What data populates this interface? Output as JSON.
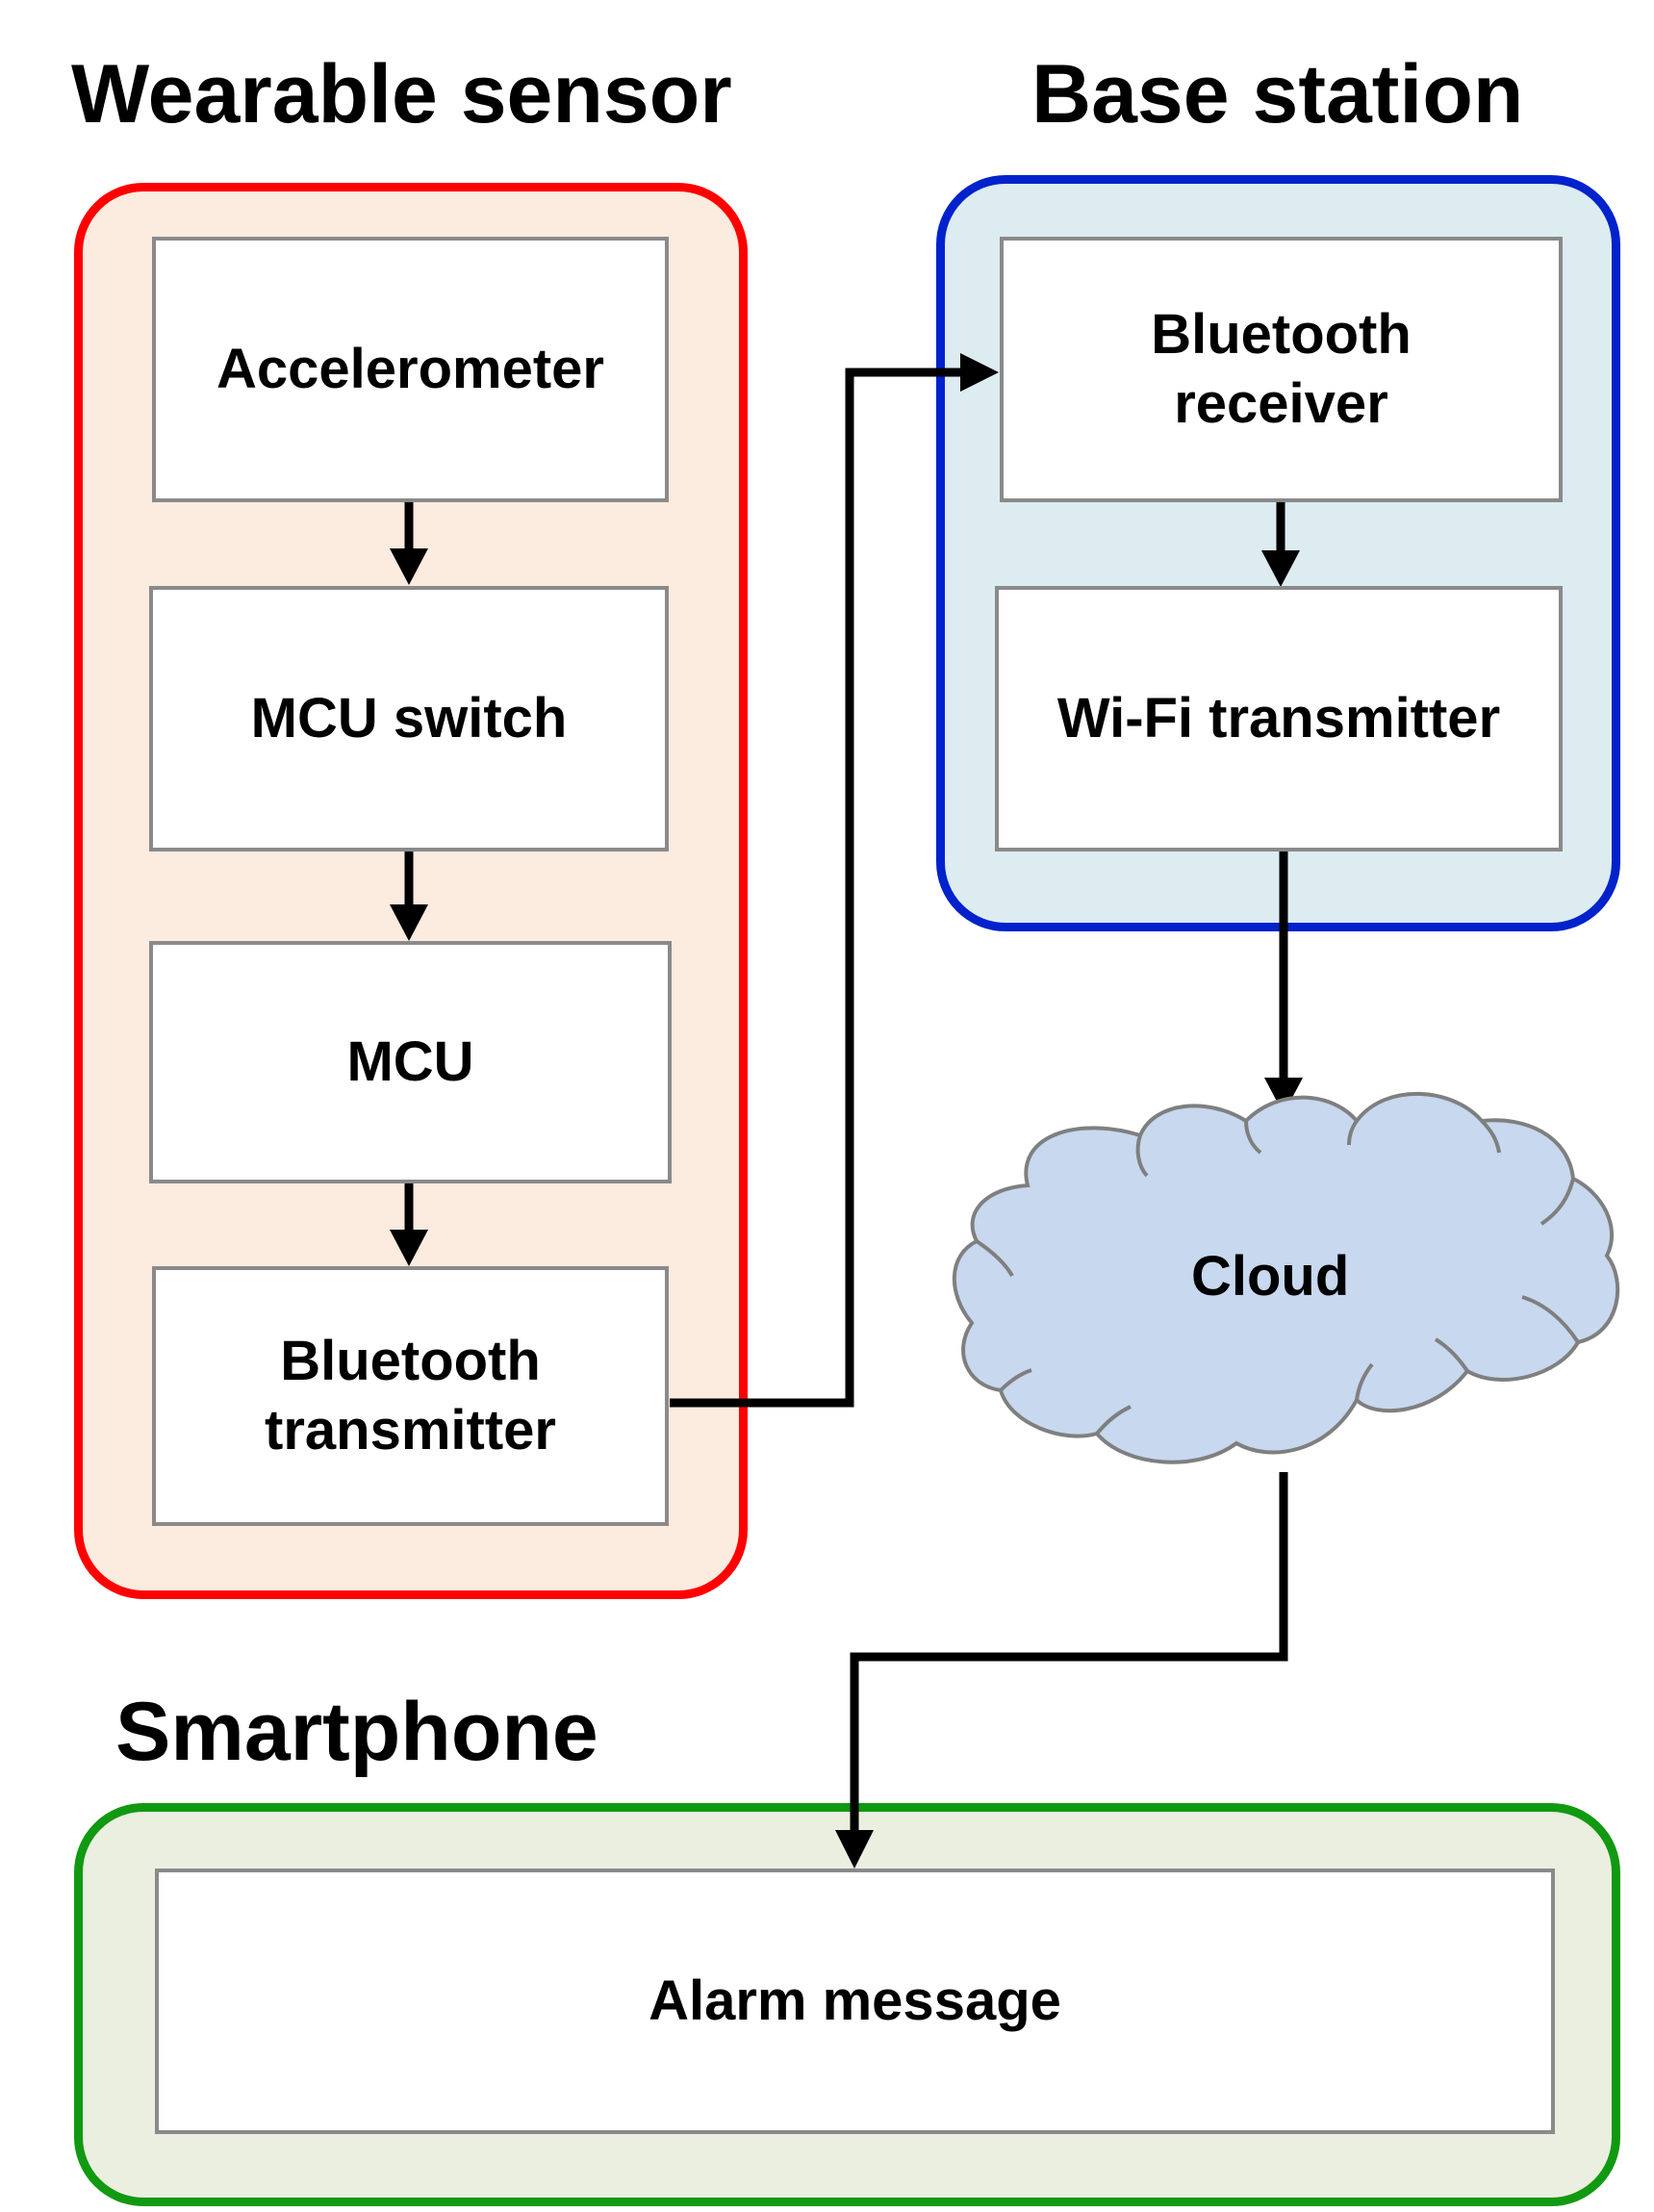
{
  "groups": {
    "wearable": {
      "title": "Wearable sensor",
      "border_color": "#ff0000",
      "fill_color": "#fcebdf",
      "blocks": {
        "accelerometer": "Accelerometer",
        "mcu_switch": "MCU switch",
        "mcu": "MCU",
        "bluetooth_transmitter": "Bluetooth\ntransmitter"
      }
    },
    "base_station": {
      "title": "Base station",
      "border_color": "#0022cc",
      "fill_color": "#dcecf1",
      "blocks": {
        "bluetooth_receiver": "Bluetooth\nreceiver",
        "wifi_transmitter": "Wi-Fi transmitter"
      }
    },
    "smartphone": {
      "title": "Smartphone",
      "border_color": "#119911",
      "fill_color": "#ebefe0",
      "blocks": {
        "alarm_message": "Alarm message"
      }
    }
  },
  "cloud": {
    "label": "Cloud",
    "fill_color": "#c7d8ef",
    "border_color": "#7f7f7f"
  },
  "colors": {
    "connector": "#000000",
    "block_border": "#8a8a8a"
  }
}
